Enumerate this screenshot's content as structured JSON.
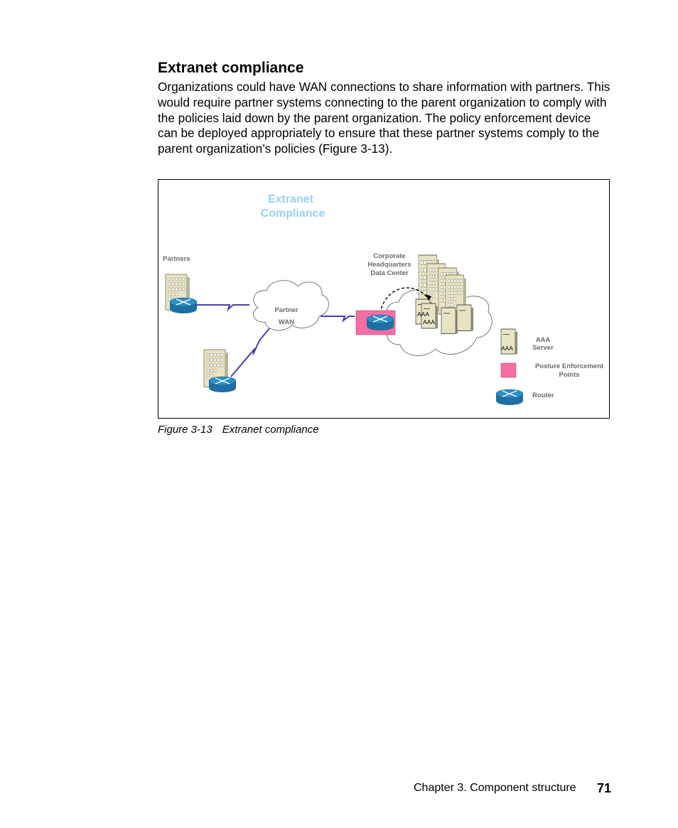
{
  "section": {
    "title": "Extranet compliance",
    "body": "Organizations could have WAN connections to share information with partners. This would require partner systems connecting to the parent organization to comply with the policies laid down by the parent organization. The policy enforcement device can be deployed appropriately to ensure that these partner systems comply to the parent organization’s policies (Figure 3-13)."
  },
  "figure": {
    "diagram_title_line1": "Extranet",
    "diagram_title_line2": "Compliance",
    "partners_label": "Partners",
    "cloud_label_line1": "Partner",
    "cloud_label_line2": "WAN",
    "hq_label_line1": "Corporate",
    "hq_label_line2": "Headquarters",
    "hq_label_line3": "Data Center",
    "server_text": "AAA",
    "legend_aaa_line1": "AAA",
    "legend_aaa_line2": "Server",
    "legend_pep_line1": "Posture Enforcement",
    "legend_pep_line2": "Points",
    "legend_router": "Router",
    "caption_number": "Figure 3-13",
    "caption_text": "Extranet compliance"
  },
  "footer": {
    "chapter": "Chapter 3. Component structure",
    "page": "71"
  },
  "colors": {
    "title_blue": "#9bd0f2",
    "router_blue": "#2a8fc8",
    "pep_pink": "#f46ea3",
    "link_purple": "#4b3fa8"
  }
}
